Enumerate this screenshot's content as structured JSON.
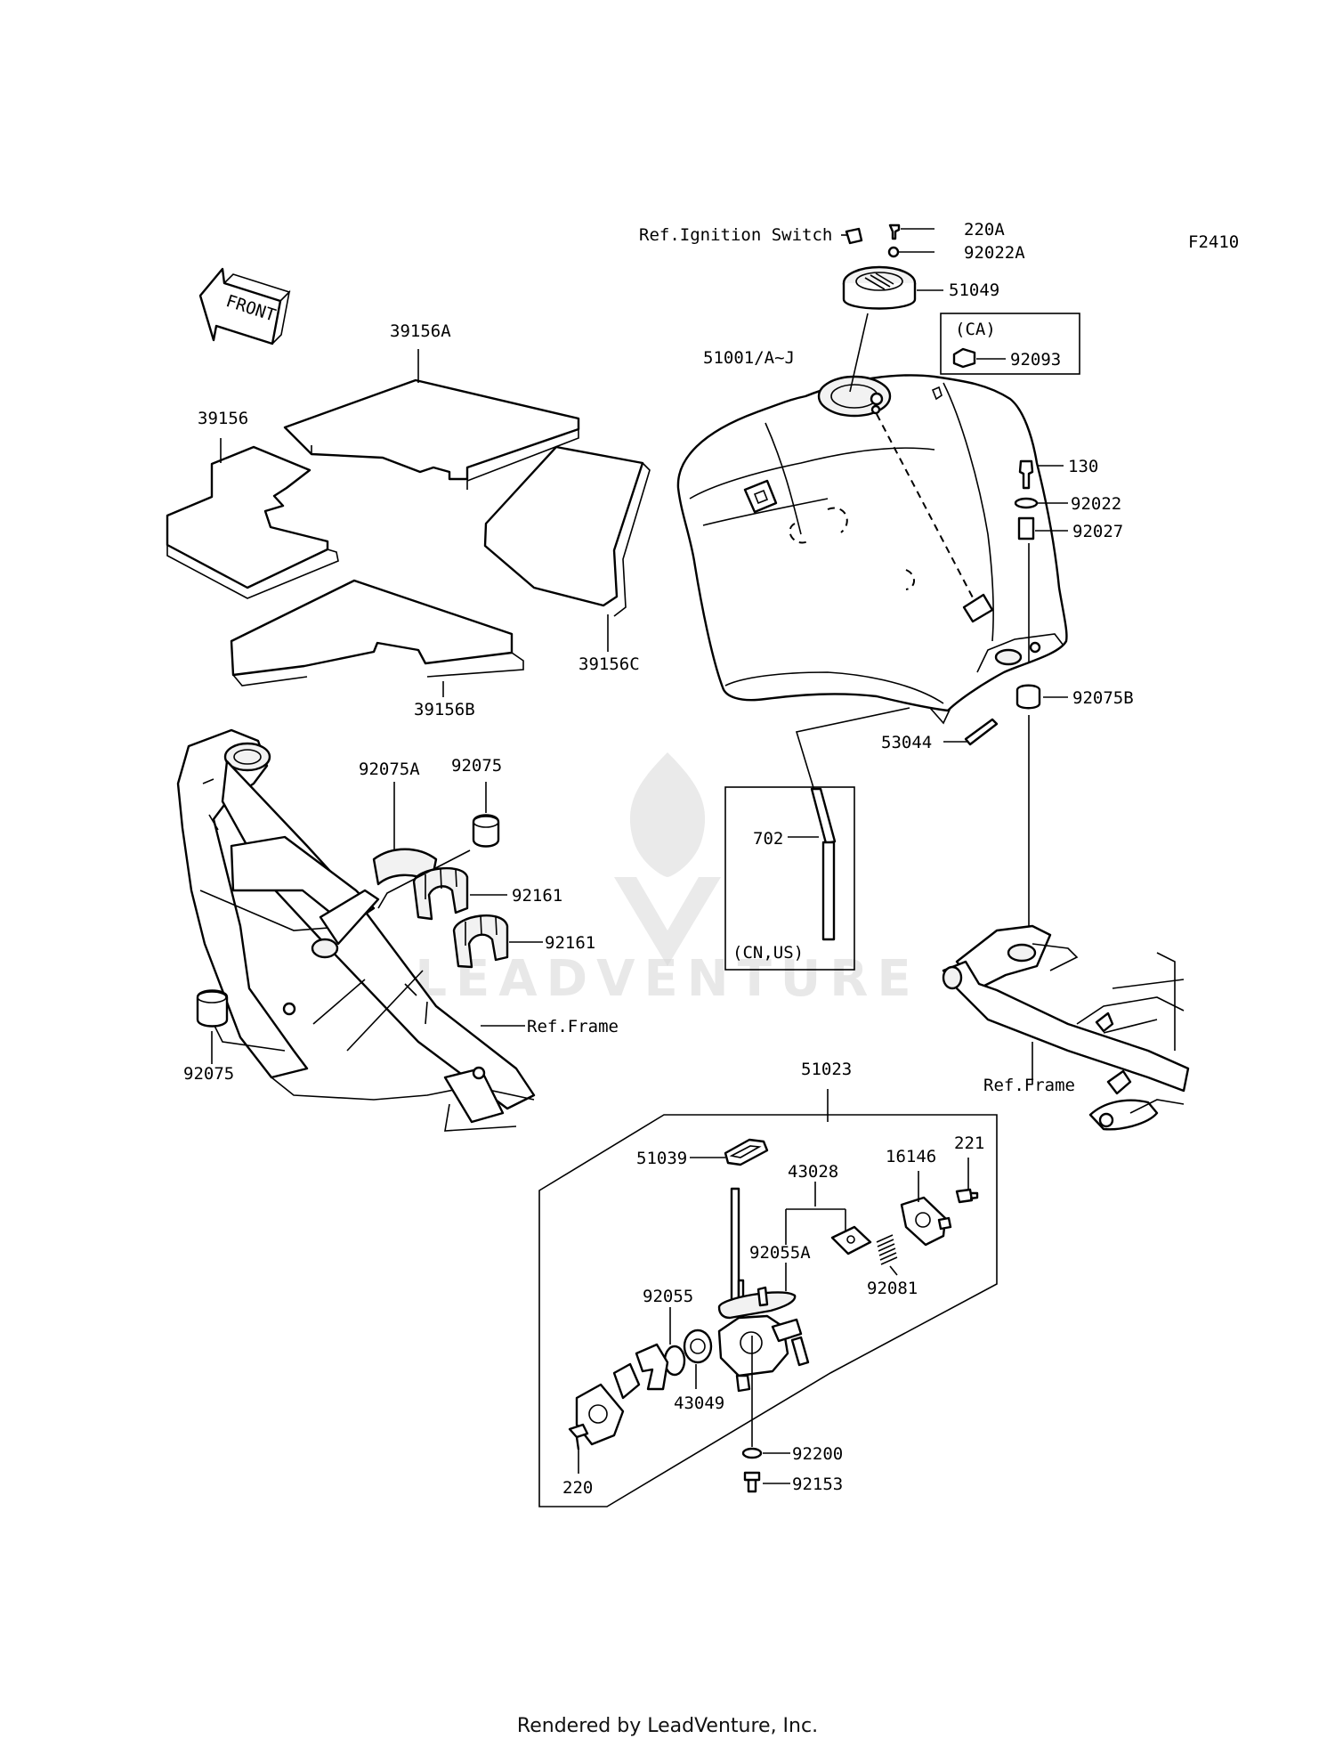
{
  "diagram_code": "F2410",
  "front_marker": "FRONT",
  "watermark": "LEADVENTURE",
  "footer": "Rendered by LeadVenture, Inc.",
  "boxes": {
    "ca": "(CA)",
    "cn_us": "(CN,US)"
  },
  "labels": {
    "ref_ignition_switch": "Ref.Ignition Switch",
    "p220A": "220A",
    "p92022A": "92022A",
    "p51049": "51049",
    "p92093": "92093",
    "p51001": "51001/A~J",
    "p130": "130",
    "p92022": "92022",
    "p92027": "92027",
    "p92075B": "92075B",
    "p53044": "53044",
    "p702": "702",
    "p39156A": "39156A",
    "p39156": "39156",
    "p39156C": "39156C",
    "p39156B": "39156B",
    "p92075A": "92075A",
    "p92075_top": "92075",
    "p92161_a": "92161",
    "p92161_b": "92161",
    "ref_frame_left": "Ref.Frame",
    "p92075_bottom": "92075",
    "ref_frame_right": "Ref.Frame",
    "p51023": "51023",
    "p51039": "51039",
    "p43028": "43028",
    "p16146": "16146",
    "p221": "221",
    "p92055A": "92055A",
    "p92081": "92081",
    "p92055": "92055",
    "p43049": "43049",
    "p92200": "92200",
    "p92153": "92153",
    "p220": "220"
  }
}
